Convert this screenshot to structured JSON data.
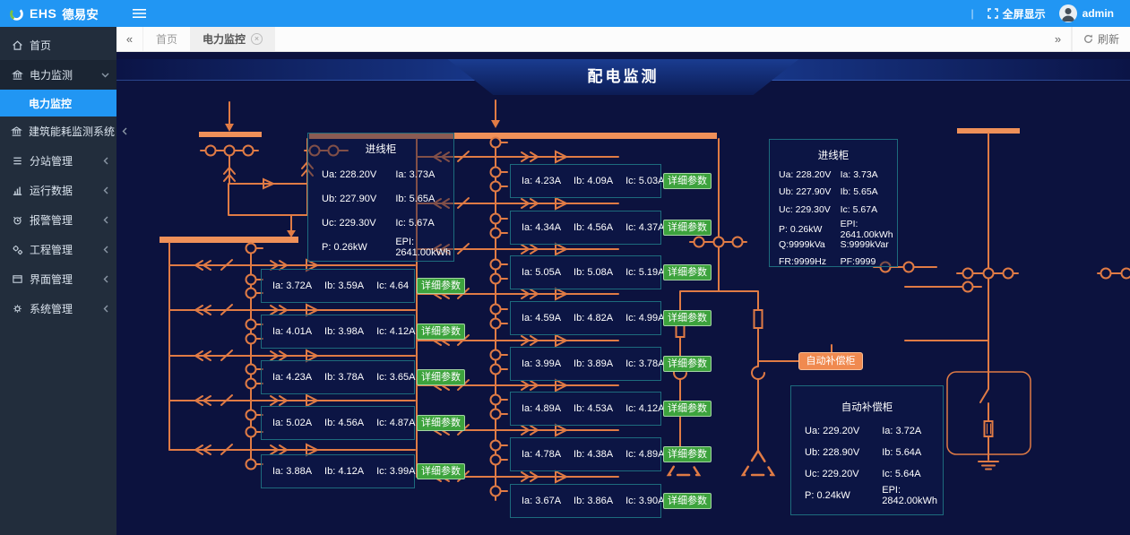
{
  "navbar": {
    "brand_bold": "EHS",
    "brand_text": "德易安",
    "logo_icon": "circular-brand-logo",
    "menu_icon": "hamburger-icon",
    "divider": "|",
    "fullscreen_icon": "fullscreen-icon",
    "fullscreen_label": "全屏显示",
    "avatar_icon": "user-avatar",
    "username": "admin"
  },
  "tabbar": {
    "back_icon": "double-chevron-left",
    "forward_icon": "double-chevron-right",
    "back_glyph": "«",
    "forward_glyph": "»",
    "refresh_icon": "refresh-icon",
    "refresh_label": "刷新",
    "tabs": [
      {
        "label": "首页",
        "active": false
      },
      {
        "label": "电力监控",
        "active": true,
        "closable": true
      }
    ]
  },
  "sidebar": {
    "items": [
      {
        "label": "首页",
        "icon": "home-icon"
      },
      {
        "label": "电力监测",
        "icon": "bank-icon",
        "state": "expanded",
        "children": [
          {
            "label": "电力监控",
            "active": true
          }
        ]
      },
      {
        "label": "建筑能耗监测系统",
        "icon": "building-icon"
      },
      {
        "label": "分站管理",
        "icon": "list-icon"
      },
      {
        "label": "运行数据",
        "icon": "bar-chart-icon"
      },
      {
        "label": "报警管理",
        "icon": "alarm-icon"
      },
      {
        "label": "工程管理",
        "icon": "gears-icon"
      },
      {
        "label": "界面管理",
        "icon": "window-icon"
      },
      {
        "label": "系统管理",
        "icon": "gear-icon"
      }
    ]
  },
  "page": {
    "title": "配电监测"
  },
  "cabinets": {
    "incoming_left": {
      "title": "进线柜",
      "rows": [
        [
          "Ua: 228.20V",
          "Ia: 3.73A"
        ],
        [
          "Ub: 227.90V",
          "Ib: 5.65A"
        ],
        [
          "Uc: 229.30V",
          "Ic: 5.67A"
        ],
        [
          "P: 0.26kW",
          "EPI: 2641.00kWh"
        ]
      ]
    },
    "incoming_right": {
      "title": "进线柜",
      "rows": [
        [
          "Ua: 228.20V",
          "Ia: 3.73A"
        ],
        [
          "Ub: 227.90V",
          "Ib: 5.65A"
        ],
        [
          "Uc: 229.30V",
          "Ic: 5.67A"
        ],
        [
          "P: 0.26kW",
          "EPI: 2641.00kWh"
        ],
        [
          "Q:9999kVa",
          "S:9999kVar"
        ],
        [
          "FR:9999Hz",
          "PF:9999"
        ]
      ]
    },
    "compensation": {
      "title": "自动补偿柜",
      "rows": [
        [
          "Ua: 229.20V",
          "Ia: 3.72A"
        ],
        [
          "Ub: 228.90V",
          "Ib: 5.64A"
        ],
        [
          "Uc: 229.20V",
          "Ic: 5.64A"
        ],
        [
          "P: 0.24kW",
          "EPI: 2842.00kWh"
        ]
      ]
    }
  },
  "diagram": {
    "detail_button_label": "详细参数",
    "compensation_button_label": "自动补偿柜",
    "left_feeders": [
      [
        "Ia: 3.72A",
        "Ib: 3.59A",
        "Ic: 4.64"
      ],
      [
        "Ia: 4.01A",
        "Ib: 3.98A",
        "Ic: 4.12A"
      ],
      [
        "Ia: 4.23A",
        "Ib: 3.78A",
        "Ic: 3.65A"
      ],
      [
        "Ia: 5.02A",
        "Ib: 4.56A",
        "Ic: 4.87A"
      ],
      [
        "Ia: 3.88A",
        "Ib: 4.12A",
        "Ic: 3.99A"
      ]
    ],
    "middle_feeders": [
      [
        "Ia: 4.23A",
        "Ib: 4.09A",
        "Ic: 5.03A"
      ],
      [
        "Ia: 4.34A",
        "Ib: 4.56A",
        "Ic: 4.37A"
      ],
      [
        "Ia: 5.05A",
        "Ib: 5.08A",
        "Ic: 5.19A"
      ],
      [
        "Ia: 4.59A",
        "Ib: 4.82A",
        "Ic: 4.99A"
      ],
      [
        "Ia: 3.99A",
        "Ib: 3.89A",
        "Ic: 3.78A"
      ],
      [
        "Ia: 4.89A",
        "Ib: 4.53A",
        "Ic: 4.12A"
      ],
      [
        "Ia: 4.78A",
        "Ib: 4.38A",
        "Ic: 4.89A"
      ],
      [
        "Ia: 3.67A",
        "Ib: 3.86A",
        "Ic: 3.90A"
      ]
    ]
  },
  "colors": {
    "navbar_blue": "#2196f3",
    "content_bg": "#0c123e",
    "line_orange": "#e07b45",
    "busbar_orange": "#ef9059",
    "box_border_teal": "#1d6b7d",
    "button_green": "#3da33d",
    "button_orange": "#f08a50",
    "sidebar_bg": "#222d3c"
  }
}
